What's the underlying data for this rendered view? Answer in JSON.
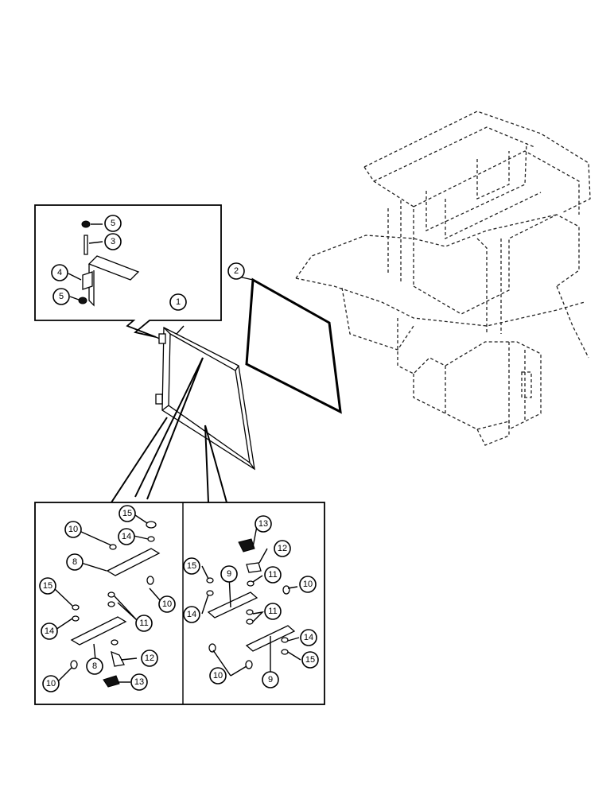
{
  "callouts": {
    "inset_top": [
      {
        "n": "5"
      },
      {
        "n": "3"
      },
      {
        "n": "4"
      },
      {
        "n": "5"
      }
    ],
    "frame": "1",
    "seal": "2",
    "left_panel": [
      {
        "n": "15"
      },
      {
        "n": "10"
      },
      {
        "n": "14"
      },
      {
        "n": "8"
      },
      {
        "n": "10"
      },
      {
        "n": "15"
      },
      {
        "n": "11"
      },
      {
        "n": "14"
      },
      {
        "n": "8"
      },
      {
        "n": "12"
      },
      {
        "n": "10"
      },
      {
        "n": "13"
      }
    ],
    "right_panel": [
      {
        "n": "13"
      },
      {
        "n": "12"
      },
      {
        "n": "15"
      },
      {
        "n": "9"
      },
      {
        "n": "11"
      },
      {
        "n": "10"
      },
      {
        "n": "14"
      },
      {
        "n": "11"
      },
      {
        "n": "14"
      },
      {
        "n": "15"
      },
      {
        "n": "10"
      },
      {
        "n": "9"
      }
    ]
  }
}
